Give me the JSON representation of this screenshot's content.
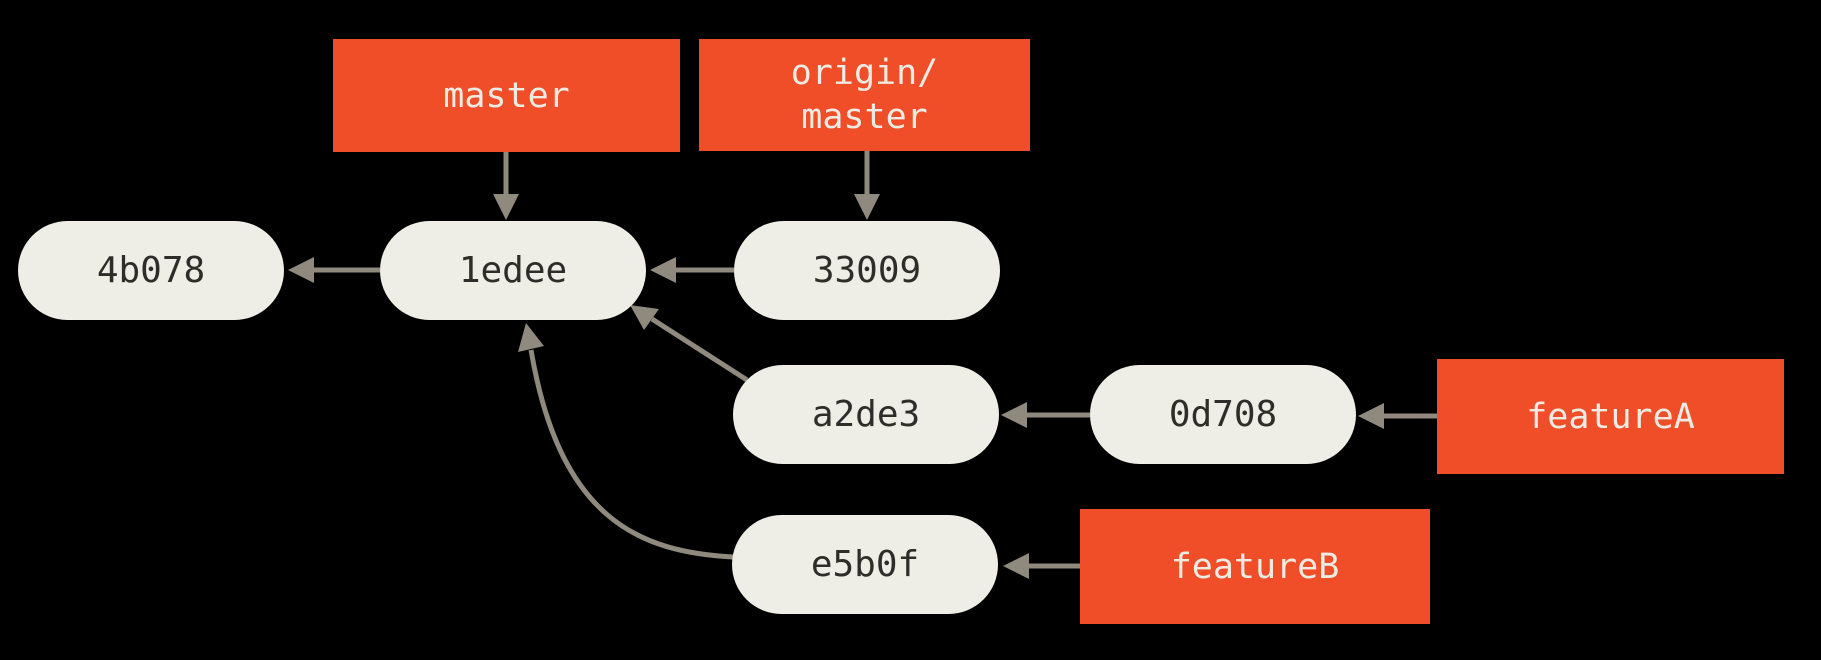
{
  "diagram": {
    "type": "git-commit-graph",
    "background": "#000000",
    "colors": {
      "branch_label_bg": "#f04e28",
      "branch_label_text": "#edebe3",
      "commit_node_bg": "#efeee6",
      "commit_node_text": "#2e2d29",
      "arrow": "#8f897e"
    },
    "branch_labels": [
      {
        "id": "master",
        "lines": [
          "master"
        ]
      },
      {
        "id": "origin/master",
        "lines": [
          "origin/",
          "master"
        ]
      },
      {
        "id": "featureA",
        "lines": [
          "featureA"
        ]
      },
      {
        "id": "featureB",
        "lines": [
          "featureB"
        ]
      }
    ],
    "commits": [
      {
        "id": "4b078"
      },
      {
        "id": "1edee"
      },
      {
        "id": "33009"
      },
      {
        "id": "a2de3"
      },
      {
        "id": "0d708"
      },
      {
        "id": "e5b0f"
      }
    ],
    "edges": [
      {
        "from": "master",
        "to": "1edee",
        "kind": "branch-pointer"
      },
      {
        "from": "origin/master",
        "to": "33009",
        "kind": "branch-pointer"
      },
      {
        "from": "featureA",
        "to": "0d708",
        "kind": "branch-pointer"
      },
      {
        "from": "featureB",
        "to": "e5b0f",
        "kind": "branch-pointer"
      },
      {
        "from": "1edee",
        "to": "4b078",
        "kind": "parent"
      },
      {
        "from": "33009",
        "to": "1edee",
        "kind": "parent"
      },
      {
        "from": "a2de3",
        "to": "1edee",
        "kind": "parent"
      },
      {
        "from": "0d708",
        "to": "a2de3",
        "kind": "parent"
      },
      {
        "from": "e5b0f",
        "to": "1edee",
        "kind": "parent"
      }
    ]
  }
}
